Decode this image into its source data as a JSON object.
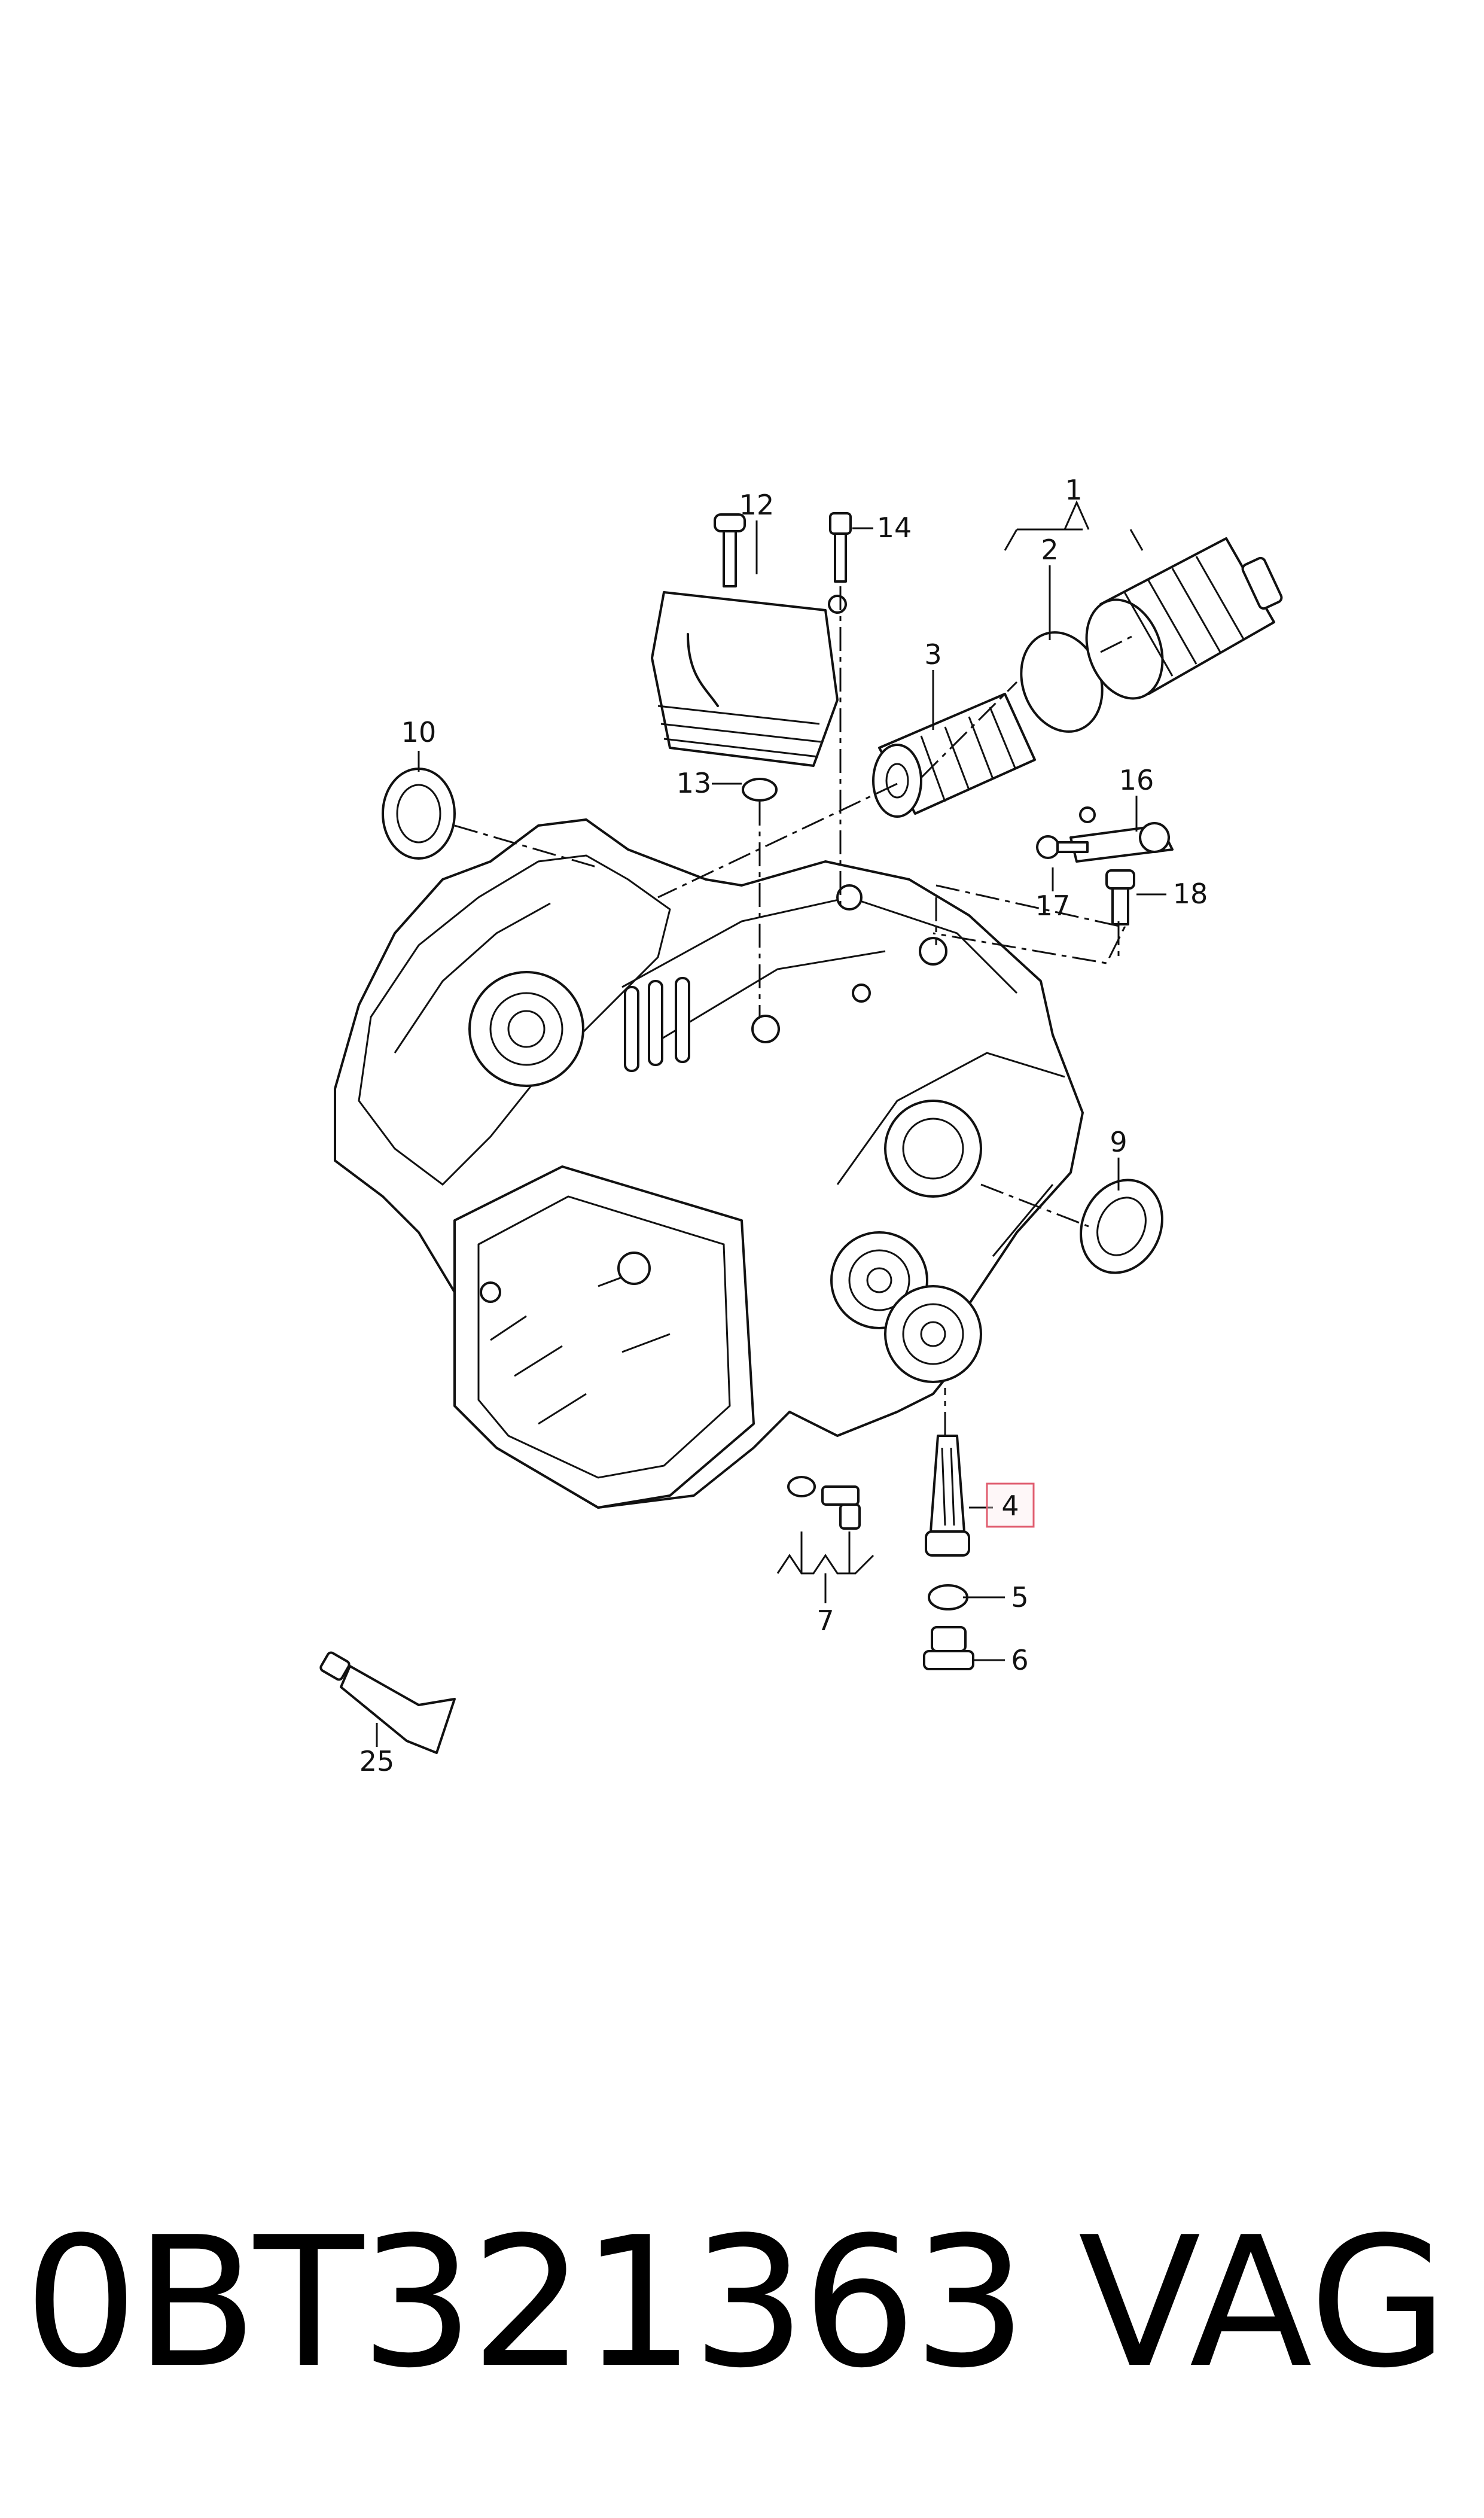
{
  "callouts": {
    "c1": "1",
    "c2": "2",
    "c3": "3",
    "c4": "4",
    "c5": "5",
    "c6": "6",
    "c7": "7",
    "c9": "9",
    "c10": "10",
    "c12": "12",
    "c13": "13",
    "c14": "14",
    "c16": "16",
    "c17": "17",
    "c18": "18",
    "c25": "25"
  },
  "highlighted_callout": "4",
  "footer": {
    "part_number": "0BT321363",
    "brand": "VAG"
  },
  "colors": {
    "line": "#111111",
    "highlight_border": "#e05d6f"
  }
}
